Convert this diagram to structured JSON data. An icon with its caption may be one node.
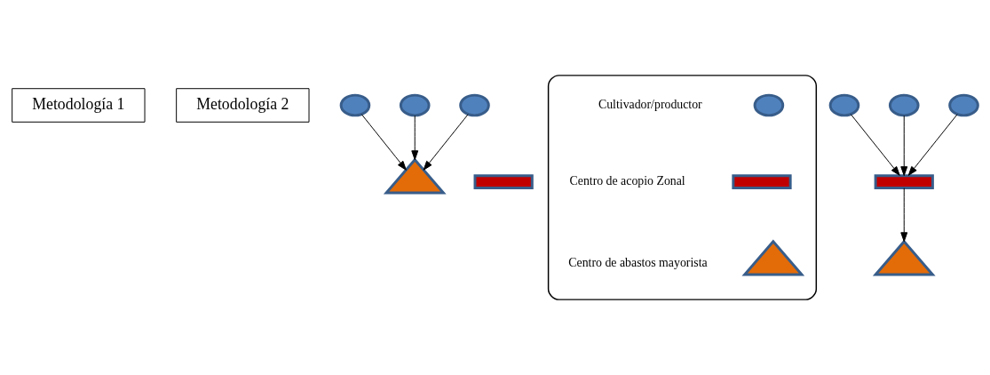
{
  "diagram": {
    "nodes": [
      {
        "text": [
          "Metodología 1"
        ]
      },
      {
        "text": [
          "Metodología 2"
        ]
      },
      {
        "text": [],
        "shape": "circle"
      },
      {
        "text": [],
        "shape": "circle"
      },
      {
        "text": [],
        "shape": "circle"
      },
      {
        "text": [],
        "shape": "bar"
      },
      {
        "text": [],
        "shape": "triangle"
      },
      {
        "text": [],
        "shape": "box"
      },
      {
        "text": [],
        "shape": "circle",
        "in": 7
      },
      {
        "text": [],
        "shape": "bar",
        "in": 7
      },
      {
        "text": [],
        "shape": "triangle",
        "in": 7
      },
      {
        "text": [],
        "shape": "circle"
      },
      {
        "text": [],
        "shape": "circle"
      },
      {
        "text": [],
        "shape": "circle"
      },
      {
        "text": [],
        "shape": "bar"
      },
      {
        "text": [],
        "shape": "triangle"
      }
    ],
    "edges": [
      {
        "from": 2,
        "to": 6,
        "arrow": "to"
      },
      {
        "from": 3,
        "to": 6,
        "arrow": "to"
      },
      {
        "from": 4,
        "to": 6,
        "arrow": "to"
      },
      {
        "from": 11,
        "to": 14,
        "arrow": "to"
      },
      {
        "from": 12,
        "to": 14,
        "arrow": "to"
      },
      {
        "from": 13,
        "to": 14,
        "arrow": "to"
      },
      {
        "from": 14,
        "to": 15,
        "arrow": "to"
      }
    ],
    "legend": [
      {
        "text": "Cultivador/productor"
      },
      {
        "text": "Centro de acopio Zonal"
      },
      {
        "text": "Centro de abastos mayorista"
      }
    ]
  }
}
